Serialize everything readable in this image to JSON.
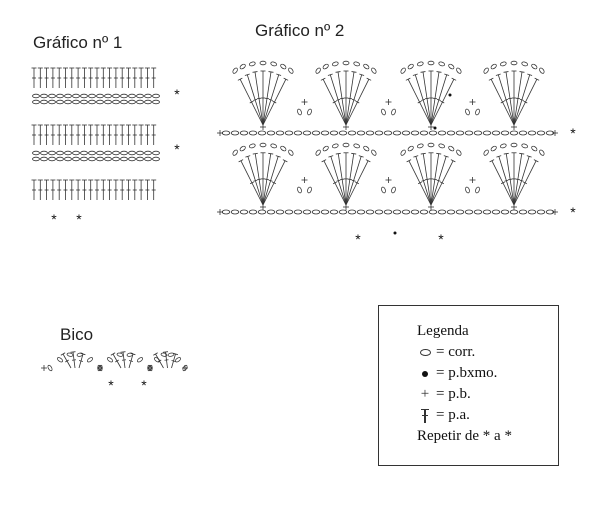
{
  "charts": {
    "chart1_title": "Gráfico nº 1",
    "chart2_title": "Gráfico nº 2",
    "edge_title": "Bico",
    "repeat_marker": "*"
  },
  "legend": {
    "title": "Legenda",
    "items": [
      {
        "symbol": "oval-icon",
        "label": "= corr."
      },
      {
        "symbol": "dot-icon",
        "label": "= p.bxmo."
      },
      {
        "symbol": "plus-icon",
        "label": "= p.b."
      },
      {
        "symbol": "tall-stitch-icon",
        "label": "= p.a."
      }
    ],
    "repeat": "Repetir de * a *"
  }
}
